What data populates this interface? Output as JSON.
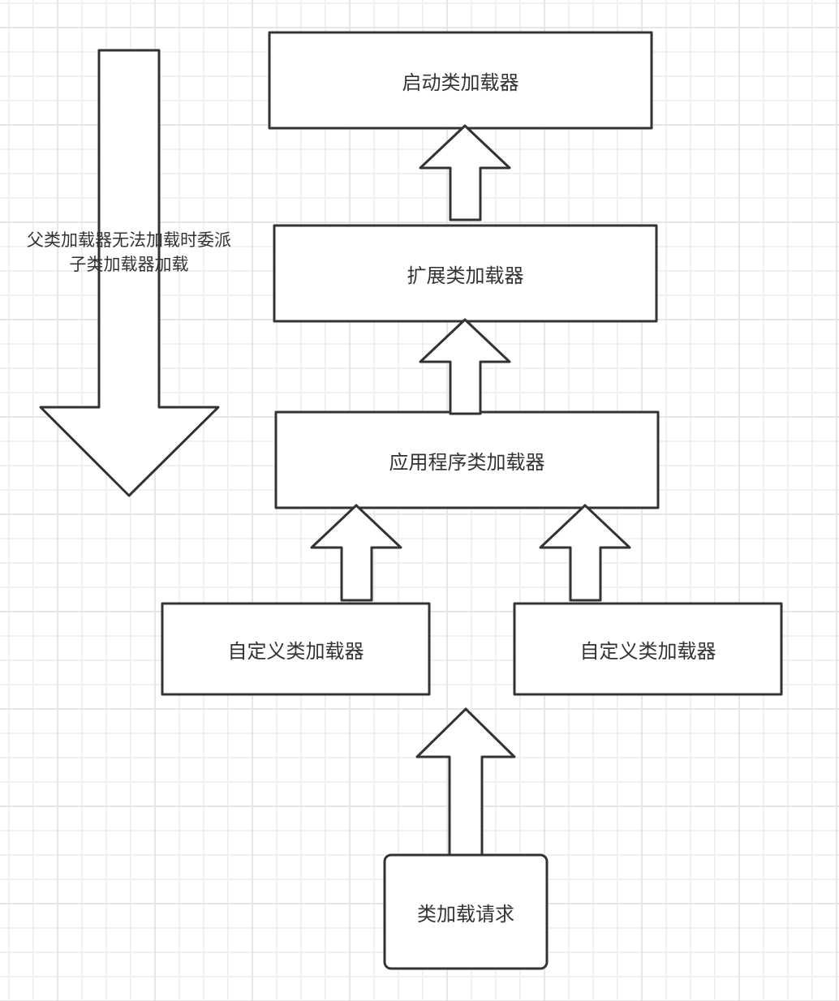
{
  "diagram": {
    "title": "双亲委派模型",
    "nodes": [
      {
        "id": "bootstrap",
        "label": "启动类加载器"
      },
      {
        "id": "extension",
        "label": "扩展类加载器"
      },
      {
        "id": "application",
        "label": "应用程序类加载器"
      },
      {
        "id": "custom1",
        "label": "自定义类加载器"
      },
      {
        "id": "custom2",
        "label": "自定义类加载器"
      },
      {
        "id": "request",
        "label": "类加载请求"
      }
    ],
    "edges": [
      {
        "from": "extension",
        "to": "bootstrap",
        "style": "block-arrow-up"
      },
      {
        "from": "application",
        "to": "extension",
        "style": "block-arrow-up"
      },
      {
        "from": "custom1",
        "to": "application",
        "style": "block-arrow-up"
      },
      {
        "from": "custom2",
        "to": "application",
        "style": "block-arrow-up"
      },
      {
        "from": "request",
        "to": "custom1/custom2",
        "style": "block-arrow-up"
      }
    ],
    "side_note": {
      "line1": "父类加载器无法加载时委派",
      "line2": "子类加载器加载",
      "arrow_direction": "down"
    },
    "colors": {
      "stroke": "#333333",
      "fill": "#ffffff",
      "text": "#333333",
      "grid": "#f0f0f0"
    }
  }
}
